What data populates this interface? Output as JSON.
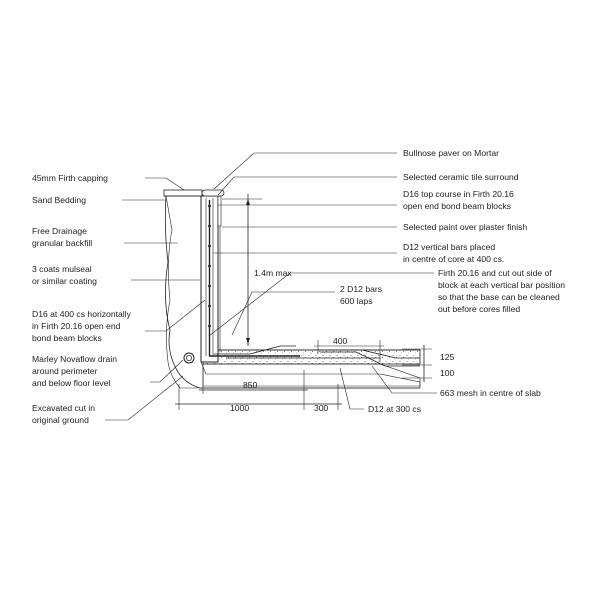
{
  "labels": {
    "firth_capping": "45mm Firth capping",
    "sand_bedding": "Sand Bedding",
    "free_drainage_1": "Free Drainage",
    "free_drainage_2": "granular backfill",
    "coats_1": "3 coats mulseal",
    "coats_2": "or similar coating",
    "d16_1": "D16 at 400 cs horizontally",
    "d16_2": "in Firth 20.16 open end",
    "d16_3": "bond beam blocks",
    "drain_1": "Marley Novaflow drain",
    "drain_2": "around perimeter",
    "drain_3": "and below floor level",
    "excavated_1": "Excavated cut in",
    "excavated_2": "original ground",
    "bullnose": "Bullnose paver on Mortar",
    "ceramic": "Selected ceramic tile surround",
    "d16_top_1": "D16 top course in  Firth 20.16",
    "d16_top_2": "open end bond beam blocks",
    "paint": "Selected paint over plaster finish",
    "d12_vert_1": "D12 vertical bars placed",
    "d12_vert_2": "in centre of core at 400 cs.",
    "firth_cut_1": "Firth  20.16 and cut out side of",
    "firth_cut_2": "block at each vertical bar position",
    "firth_cut_3": "so that the base can be cleaned",
    "firth_cut_4": "out before cores filled",
    "d12_bars_1": "2 D12 bars",
    "d12_bars_2": "600 laps",
    "mesh": "663 mesh in centre of slab",
    "d12_300": "D12 at 300 cs"
  },
  "dimensions": {
    "height": "1.4m max",
    "d400": "400",
    "d125": "125",
    "d100": "100",
    "d850": "850",
    "d1000": "1000",
    "d300": "300"
  }
}
